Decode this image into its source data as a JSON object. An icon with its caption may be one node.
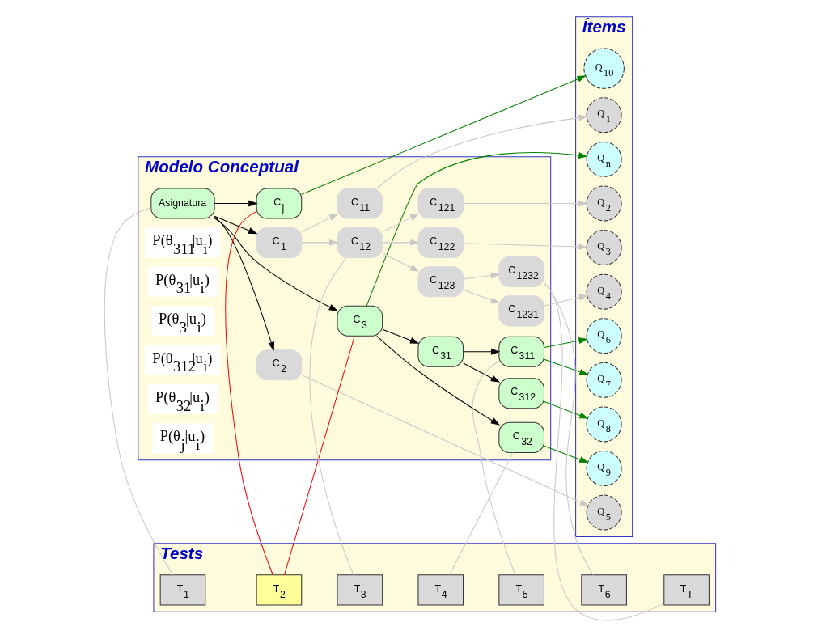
{
  "diagram": {
    "nodes": [
      {
        "text": [
          "Modelo Conceptual"
        ]
      },
      {
        "text": [
          "Tests"
        ]
      },
      {
        "text": [
          "Ítems"
        ]
      },
      {
        "text": [
          "Asignatura"
        ],
        "in": 0
      },
      {
        "text": [
          "C$_{1}$"
        ],
        "in": 0
      },
      {
        "text": [
          "C$_{2}$"
        ],
        "in": 0
      },
      {
        "text": [
          "C$_{3}$"
        ],
        "in": 0
      },
      {
        "text": [
          "C$_{j}$"
        ],
        "in": 0
      },
      {
        "text": [
          "C$_{11}$"
        ],
        "in": 0
      },
      {
        "text": [
          "C$_{12}$"
        ],
        "in": 0
      },
      {
        "text": [
          "C$_{31}$"
        ],
        "in": 0
      },
      {
        "text": [
          "C$_{32}$"
        ],
        "in": 0
      },
      {
        "text": [
          "C$_{121}$"
        ],
        "in": 0
      },
      {
        "text": [
          "C$_{122}$"
        ],
        "in": 0
      },
      {
        "text": [
          "C$_{123}$"
        ],
        "in": 0
      },
      {
        "text": [
          "C$_{311}$"
        ],
        "in": 0
      },
      {
        "text": [
          "C$_{312}$"
        ],
        "in": 0
      },
      {
        "text": [
          "C$_{1231}$"
        ],
        "in": 0
      },
      {
        "text": [
          "C$_{1232}$"
        ],
        "in": 0
      },
      {
        "text": [
          "T$_{1}$"
        ],
        "in": 1
      },
      {
        "text": [
          "T$_{2}$"
        ],
        "in": 1
      },
      {
        "text": [
          "T$_{3}$"
        ],
        "in": 1
      },
      {
        "text": [
          "T$_{4}$"
        ],
        "in": 1
      },
      {
        "text": [
          "T$_{5}$"
        ],
        "in": 1
      },
      {
        "text": [
          "T$_{6}$"
        ],
        "in": 1
      },
      {
        "text": [
          "T$_{T}$"
        ],
        "in": 1
      },
      {
        "text": [
          "Q$_{1}$"
        ],
        "in": 2
      },
      {
        "text": [
          "Q$_{2}$"
        ],
        "in": 2
      },
      {
        "text": [
          "Q$_{3}$"
        ],
        "in": 2
      },
      {
        "text": [
          "Q$_{4}$"
        ],
        "in": 2
      },
      {
        "text": [
          "Q$_{5}$"
        ],
        "in": 2
      },
      {
        "text": [
          "Q$_{6}$"
        ],
        "in": 2
      },
      {
        "text": [
          "Q$_{7}$"
        ],
        "in": 2
      },
      {
        "text": [
          "Q$_{8}$"
        ],
        "in": 2
      },
      {
        "text": [
          "Q$_{9}$"
        ],
        "in": 2
      },
      {
        "text": [
          "Q$_{10}$"
        ],
        "in": 2
      },
      {
        "text": [
          "Q$_{n}$"
        ],
        "in": 2
      }
    ],
    "edges": [
      {
        "from": 3,
        "to": 4,
        "arrow": "to",
        "color": "#000000"
      },
      {
        "from": 3,
        "to": 5,
        "arrow": "to",
        "color": "#000000"
      },
      {
        "from": 3,
        "to": 6,
        "arrow": "to",
        "color": "#000000"
      },
      {
        "from": 3,
        "to": 7,
        "arrow": "to",
        "color": "#000000"
      },
      {
        "from": 4,
        "to": 8,
        "arrow": "to"
      },
      {
        "from": 4,
        "to": 9,
        "arrow": "to"
      },
      {
        "from": 9,
        "to": 12,
        "arrow": "to"
      },
      {
        "from": 9,
        "to": 13,
        "arrow": "to"
      },
      {
        "from": 9,
        "to": 14,
        "arrow": "to"
      },
      {
        "from": 14,
        "to": 17,
        "arrow": "to"
      },
      {
        "from": 14,
        "to": 18,
        "arrow": "to"
      },
      {
        "from": 6,
        "to": 10,
        "arrow": "to",
        "color": "#000000"
      },
      {
        "from": 6,
        "to": 11,
        "arrow": "to",
        "color": "#000000"
      },
      {
        "from": 10,
        "to": 15,
        "arrow": "to",
        "color": "#000000"
      },
      {
        "from": 10,
        "to": 16,
        "arrow": "to",
        "color": "#000000"
      },
      {
        "from": 8,
        "to": 26,
        "arrow": "to"
      },
      {
        "from": 12,
        "to": 27,
        "arrow": "to"
      },
      {
        "from": 13,
        "to": 28,
        "arrow": "to"
      },
      {
        "from": 17,
        "to": 29,
        "arrow": "to"
      },
      {
        "from": 5,
        "to": 30,
        "arrow": "to"
      },
      {
        "from": 15,
        "to": 31,
        "arrow": "to",
        "color": "#008000"
      },
      {
        "from": 15,
        "to": 32,
        "arrow": "to",
        "color": "#008000"
      },
      {
        "from": 16,
        "to": 33,
        "arrow": "to",
        "color": "#008000"
      },
      {
        "from": 11,
        "to": 34,
        "arrow": "to",
        "color": "#008000"
      },
      {
        "from": 7,
        "to": 35,
        "arrow": "to",
        "color": "#008000"
      },
      {
        "from": 6,
        "to": 36,
        "arrow": "to",
        "color": "#008000"
      },
      {
        "from": 19,
        "to": 3,
        "arrow": "none"
      },
      {
        "from": 20,
        "to": 6,
        "arrow": "none",
        "color": "#ff0000"
      },
      {
        "from": 20,
        "to": 7,
        "arrow": "none",
        "color": "#ff0000"
      },
      {
        "from": 21,
        "to": 9,
        "arrow": "none"
      },
      {
        "from": 22,
        "to": 11,
        "arrow": "none"
      },
      {
        "from": 23,
        "to": 15,
        "arrow": "none"
      },
      {
        "from": 24,
        "to": 18,
        "arrow": "none"
      },
      {
        "from": 25,
        "to": 18,
        "arrow": "none"
      }
    ],
    "labels": [
      "P(θ$_{311}$|u⃗$_{i}$)",
      "P(θ$_{31}$|u⃗$_{i}$)",
      "P(θ$_{3}$|u⃗$_{i}$)",
      "P(θ$_{312}$|u⃗$_{i}$)",
      "P(θ$_{32}$|u⃗$_{i}$)",
      "P(θ$_{j}$|u⃗$_{i}$)"
    ]
  }
}
